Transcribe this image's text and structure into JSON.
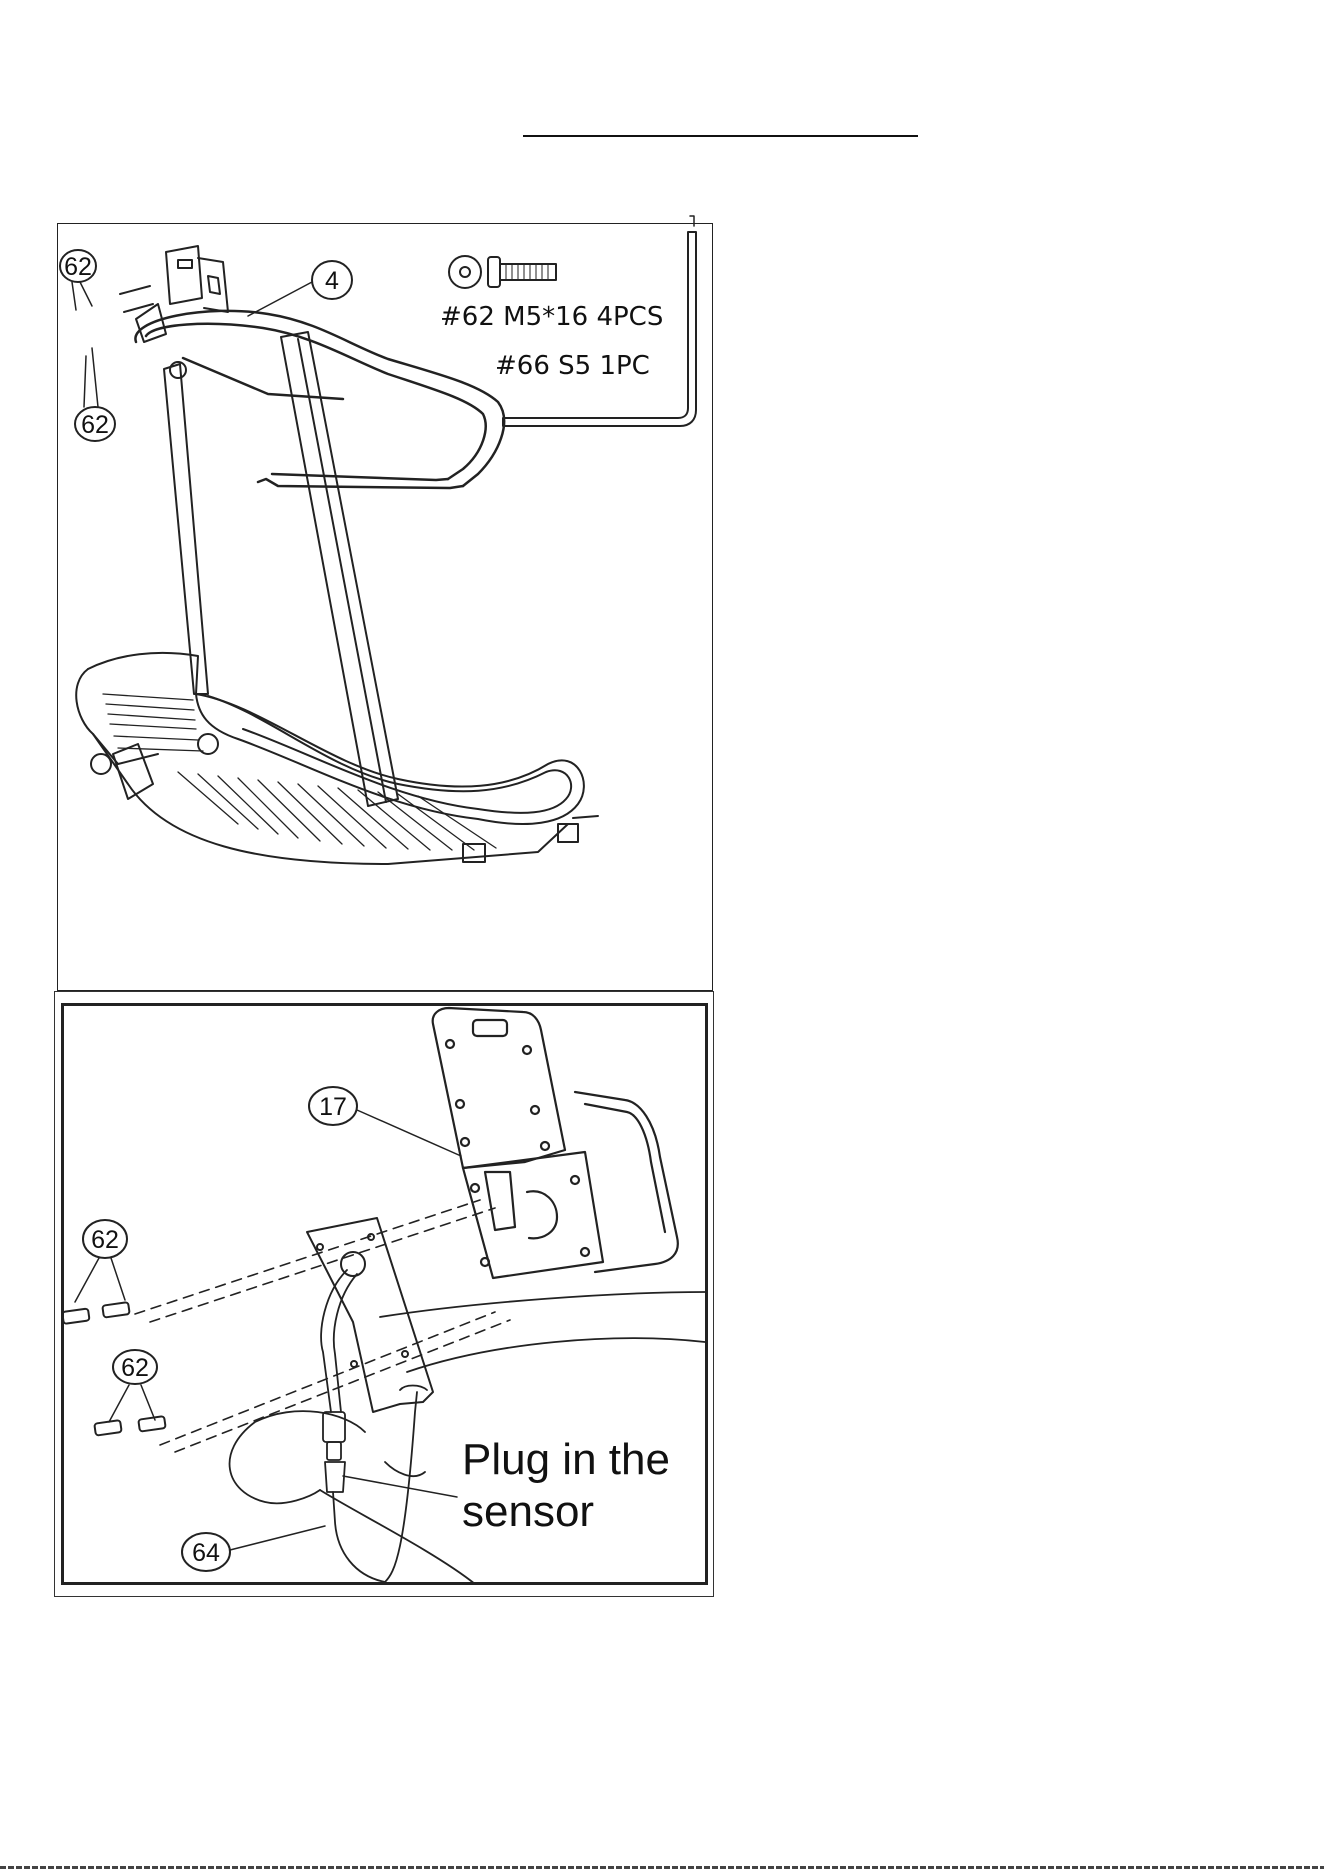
{
  "top_panel": {
    "callouts": {
      "c62a": "62",
      "c62b": "62",
      "c4": "4"
    },
    "hardware": {
      "bolt_label": "#62 M5*16 4PCS",
      "wrench_label": "#66 S5 1PC"
    }
  },
  "bottom_panel": {
    "callouts": {
      "c17": "17",
      "c62a": "62",
      "c62b": "62",
      "c64": "64"
    },
    "plug_label_line1": "Plug in the",
    "plug_label_line2": "sensor"
  }
}
